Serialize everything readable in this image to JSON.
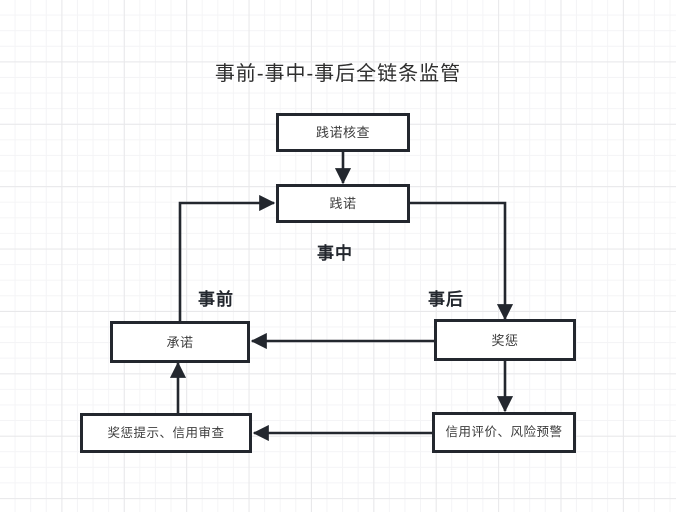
{
  "diagram": {
    "title": "事前-事中-事后全链条监管",
    "background": "#ffffff",
    "grid_color": "#e8e8ea",
    "line_color": "#23272e",
    "text_color": "#3c3c3c",
    "nodes": [
      {
        "id": "jiannuo_hecha",
        "label": "践诺核查"
      },
      {
        "id": "jiannuo",
        "label": "践诺"
      },
      {
        "id": "chengnuo",
        "label": "承诺"
      },
      {
        "id": "jiangcheng",
        "label": "奖惩"
      },
      {
        "id": "jiangcheng_tishi",
        "label": "奖惩提示、信用审查"
      },
      {
        "id": "xinyong_pingjia",
        "label": "信用评价、风险预警"
      }
    ],
    "phase_labels": [
      {
        "id": "shizhong",
        "label": "事中"
      },
      {
        "id": "shiqian",
        "label": "事前"
      },
      {
        "id": "shihou",
        "label": "事后"
      }
    ],
    "edges": [
      {
        "from": "jiannuo_hecha",
        "to": "jiannuo",
        "direction": "down"
      },
      {
        "from": "chengnuo",
        "to": "jiannuo",
        "direction": "up-right"
      },
      {
        "from": "jiannuo",
        "to": "jiangcheng",
        "direction": "right-down"
      },
      {
        "from": "jiangcheng",
        "to": "chengnuo",
        "direction": "left"
      },
      {
        "from": "jiangcheng",
        "to": "xinyong_pingjia",
        "direction": "down"
      },
      {
        "from": "xinyong_pingjia",
        "to": "jiangcheng_tishi",
        "direction": "left"
      },
      {
        "from": "jiangcheng_tishi",
        "to": "chengnuo",
        "direction": "up"
      }
    ]
  }
}
